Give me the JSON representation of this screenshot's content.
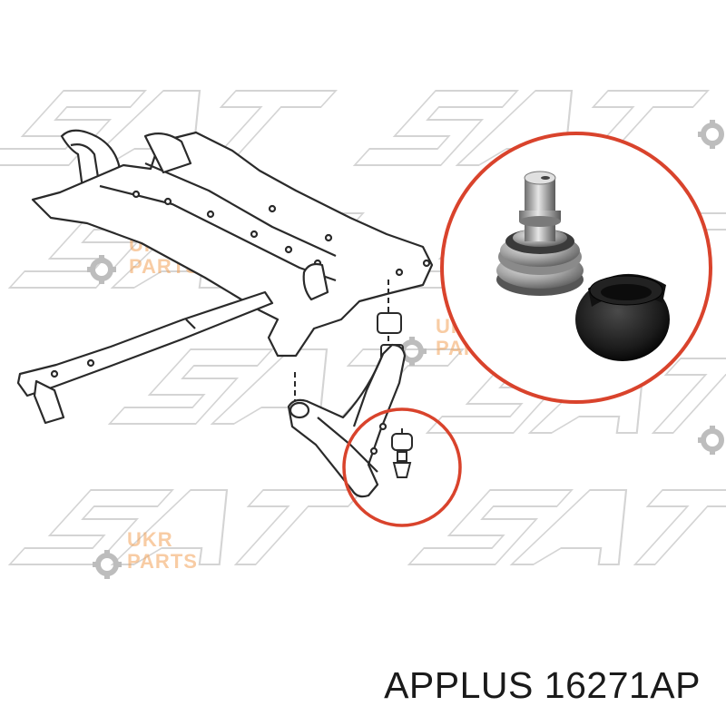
{
  "watermark": {
    "logo_text_top": "UKR",
    "logo_text_bottom": "PARTS",
    "sat_mark": "SAT®"
  },
  "caption": {
    "brand": "APPLUS",
    "part_number": "16271AP"
  },
  "colors": {
    "highlight_circle": "#d9432c",
    "line_art": "#2a2a2a",
    "watermark_gray": "#cfcfcf",
    "logo_orange": "#f3a35a"
  }
}
